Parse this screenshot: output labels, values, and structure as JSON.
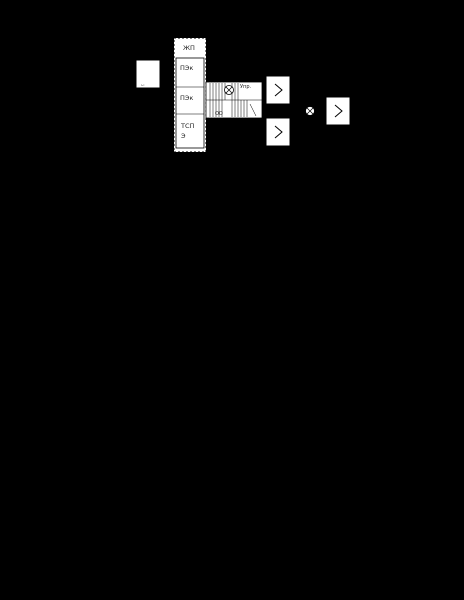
{
  "diagram": {
    "labels": {
      "jp": "ЖП",
      "pek1": "ПЭк",
      "pek2": "ПЭк",
      "tsp_line1": "ТСП",
      "tsp_line2": "Э",
      "oo": "ОО",
      "upr": "Упр.",
      "small_box": "ᵢ.ᵢ"
    }
  }
}
